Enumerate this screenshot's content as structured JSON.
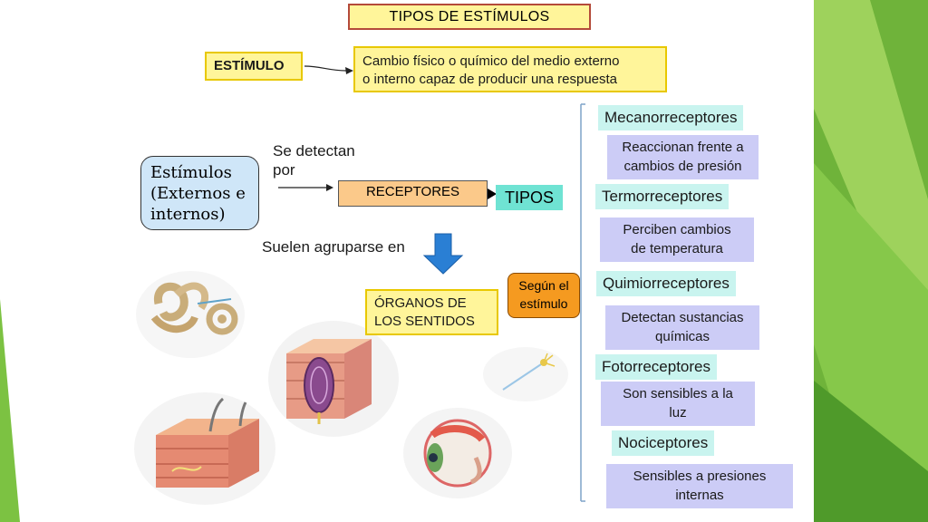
{
  "title": "TIPOS DE ESTÍMULOS",
  "estimulo": {
    "label": "ESTÍMULO",
    "definition_line1": "Cambio físico o químico del medio externo",
    "definition_line2": "o interno capaz de producir una respuesta"
  },
  "estimulos_box": {
    "line1": "Estímulos",
    "line2": "(Externos e",
    "line3": "internos)"
  },
  "se_detectan_line1": "Se detectan",
  "se_detectan_line2": "por",
  "receptores": "RECEPTORES",
  "tipos": "TIPOS",
  "suelen": "Suelen agruparse en",
  "organos": {
    "line1": "ÓRGANOS DE",
    "line2": "LOS SENTIDOS"
  },
  "segun": {
    "line1": "Según el",
    "line2": "estímulo"
  },
  "receptor_types": [
    {
      "name": "Mecanorreceptores",
      "desc1": "Reaccionan frente a",
      "desc2": "cambios de presión"
    },
    {
      "name": "Termorreceptores",
      "desc1": "Perciben cambios",
      "desc2": "de temperatura"
    },
    {
      "name": "Quimiorreceptores",
      "desc1": "Detectan sustancias",
      "desc2": "químicas"
    },
    {
      "name": "Fotorreceptores",
      "desc1": "Son sensibles a la",
      "desc2": "luz"
    },
    {
      "name": "Nociceptores",
      "desc1": "Sensibles a presiones",
      "desc2": "internas"
    }
  ],
  "images": [
    "inner-ear-illustration",
    "skin-receptor-illustration",
    "skin-cross-section-illustration",
    "eye-illustration",
    "neuron-illustration"
  ],
  "colors": {
    "yellow_box": "#fff59a",
    "blue_arrow": "#2a7fd4",
    "orange": "#f59a20",
    "teal": "#6fe3d3",
    "cyan_name": "#c9f4ef",
    "lavender_desc": "#ccccf6",
    "green_decor": "#7cc242"
  }
}
